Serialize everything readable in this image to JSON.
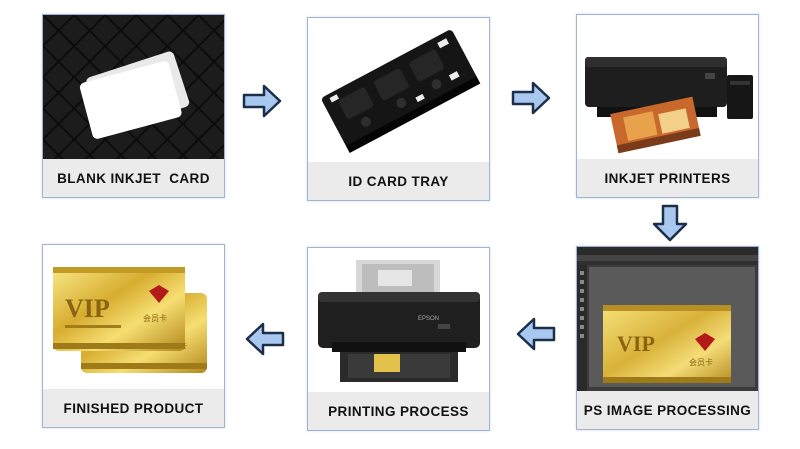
{
  "steps": [
    {
      "label": "BLANK INKJET  CARD"
    },
    {
      "label": "ID CARD TRAY"
    },
    {
      "label": "INKJET PRINTERS"
    },
    {
      "label": "PS IMAGE PROCESSING"
    },
    {
      "label": "PRINTING PROCESS"
    },
    {
      "label": "FINISHED PRODUCT"
    }
  ],
  "card_text": {
    "vip": "VIP",
    "brand": "会员卡"
  },
  "printer_brand": "EPSON",
  "colors": {
    "arrow_fill": "#a9c8ef",
    "arrow_stroke": "#1c2e4a",
    "gold": "#d8b23a",
    "frame_border": "#9fb4d6",
    "label_bg": "#ebebeb"
  }
}
